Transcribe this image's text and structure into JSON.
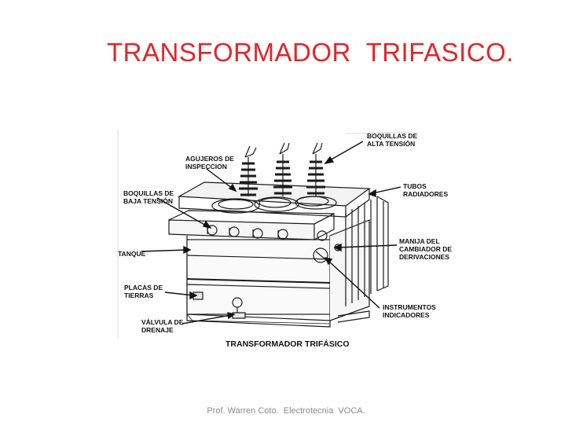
{
  "slide": {
    "title": "TRANSFORMADOR  TRIFASICO.",
    "footer": "Prof. Warren Coto.  Electrotecnia  VOCA."
  },
  "figure": {
    "caption": "TRANSFORMADOR TRIFÁSICO",
    "labels": {
      "high_voltage_bushings": "BOQUILLAS DE\nALTA TENSIÓN",
      "inspection_holes": "AGUJEROS DE\nINSPECCION",
      "low_voltage_bushings": "BOQUILLAS DE\nBAJA TENSIÓN",
      "radiator_tubes": "TUBOS\nRADIADORES",
      "tank": "TANQUE",
      "tap_changer_handle": "MANIJA DEL\nCAMBIADOR DE\nDERIVACIONES",
      "ground_plates": "PLACAS DE\nTIERRAS",
      "indicator_instruments": "INSTRUMENTOS\nINDICADORES",
      "drain_valve": "VÁLVULA DE\nDRENAJE"
    }
  }
}
